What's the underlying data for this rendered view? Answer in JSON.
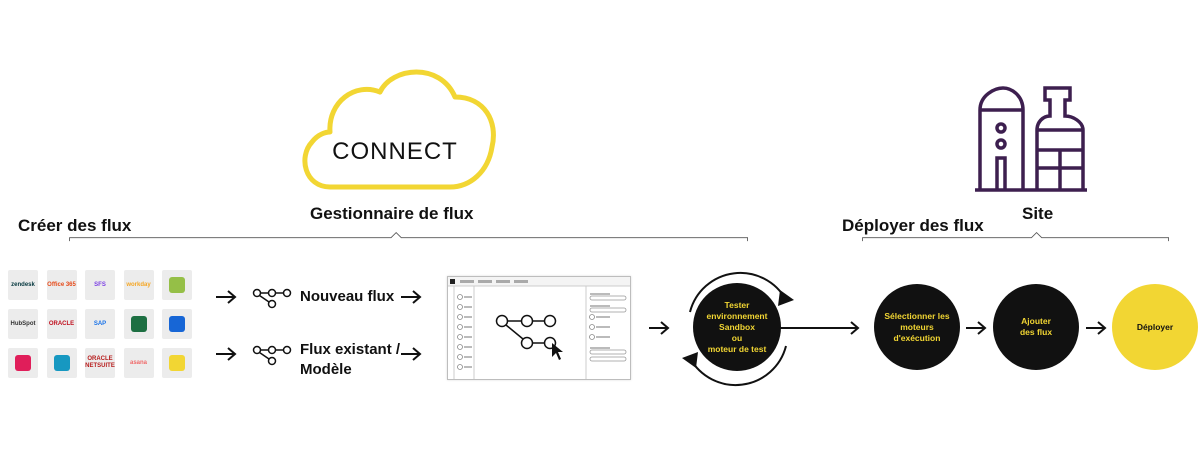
{
  "sections": {
    "create": "Créer des flux",
    "manager": "Gestionnaire de flux",
    "deploy": "Déployer des flux",
    "site": "Site"
  },
  "cloud_logo_text": "CONNECT",
  "flows": {
    "new": "Nouveau flux",
    "existing_line1": "Flux existant /",
    "existing_line2": "Modèle"
  },
  "steps": {
    "test": [
      "Tester",
      "environnement",
      "Sandbox",
      "ou",
      "moteur de test"
    ],
    "select": [
      "Sélectionner les",
      "moteurs",
      "d'exécution"
    ],
    "add": [
      "Ajouter",
      "des flux"
    ],
    "deploy": "Déployer"
  },
  "apps": [
    {
      "name": "zendesk",
      "label": "zendesk",
      "color": "#03363d"
    },
    {
      "name": "office365",
      "label": "Office 365",
      "color": "#e64a19"
    },
    {
      "name": "sfs",
      "label": "SFS",
      "color": "#7b3fe4"
    },
    {
      "name": "workday",
      "label": "workday",
      "color": "#f5a623"
    },
    {
      "name": "shopify",
      "label": "",
      "color": "#95bf47"
    },
    {
      "name": "hubspot",
      "label": "HubSpot",
      "color": "#333333"
    },
    {
      "name": "oracle",
      "label": "ORACLE",
      "color": "#c0101e"
    },
    {
      "name": "sap",
      "label": "SAP",
      "color": "#1a73e8"
    },
    {
      "name": "excel",
      "label": "",
      "color": "#1d6f42"
    },
    {
      "name": "trello",
      "label": "",
      "color": "#1766d6"
    },
    {
      "name": "slack",
      "label": "",
      "color": "#e01e5a"
    },
    {
      "name": "salesforce",
      "label": "",
      "color": "#1798c1"
    },
    {
      "name": "oracle-netsuite",
      "label": "ORACLE NETSUITE",
      "color": "#b71c1c"
    },
    {
      "name": "asana",
      "label": "asana",
      "color": "#f06a6a"
    },
    {
      "name": "sharepoint",
      "label": "",
      "color": "#f2d633"
    }
  ],
  "colors": {
    "accent_yellow": "#f2d633",
    "dark": "#111111",
    "site_purple": "#3d1f4f",
    "bracket_gray": "#555555"
  }
}
